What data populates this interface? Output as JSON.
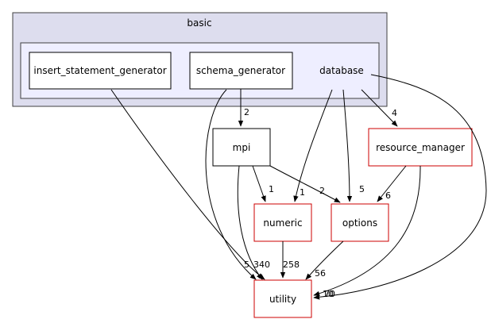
{
  "graph": {
    "clusters": {
      "outer": {
        "label": "basic",
        "fill": "#ddddee",
        "stroke": "#404040"
      },
      "inner": {
        "label": "database",
        "fill": "#eeeeff",
        "stroke": "#404040"
      }
    },
    "nodes": {
      "insert_statement_generator": {
        "label": "insert_statement_generator",
        "border": "#000000"
      },
      "schema_generator": {
        "label": "schema_generator",
        "border": "#000000"
      },
      "mpi": {
        "label": "mpi",
        "border": "#000000"
      },
      "resource_manager": {
        "label": "resource_manager",
        "border": "#cc0000"
      },
      "numeric": {
        "label": "numeric",
        "border": "#cc0000"
      },
      "options": {
        "label": "options",
        "border": "#cc0000"
      },
      "utility": {
        "label": "utility",
        "border": "#cc0000"
      }
    },
    "edges": [
      {
        "from": "schema_generator",
        "to": "mpi",
        "label": "2"
      },
      {
        "from": "database",
        "to": "resource_manager",
        "label": "4"
      },
      {
        "from": "database",
        "to": "numeric",
        "label": "1"
      },
      {
        "from": "database",
        "to": "options",
        "label": "5"
      },
      {
        "from": "mpi",
        "to": "numeric",
        "label": "1"
      },
      {
        "from": "mpi",
        "to": "options",
        "label": "2"
      },
      {
        "from": "resource_manager",
        "to": "options",
        "label": "6"
      },
      {
        "from": "numeric",
        "to": "utility",
        "label": "258"
      },
      {
        "from": "options",
        "to": "utility",
        "label": "56"
      },
      {
        "from": "insert_statement_generator",
        "to": "utility",
        "label": "5"
      },
      {
        "from": "schema_generator",
        "to": "utility",
        "label": "3"
      },
      {
        "from": "mpi",
        "to": "utility",
        "label": "40"
      },
      {
        "from": "resource_manager",
        "to": "utility",
        "label": "10"
      },
      {
        "from": "database",
        "to": "utility",
        "label": "70"
      }
    ]
  }
}
